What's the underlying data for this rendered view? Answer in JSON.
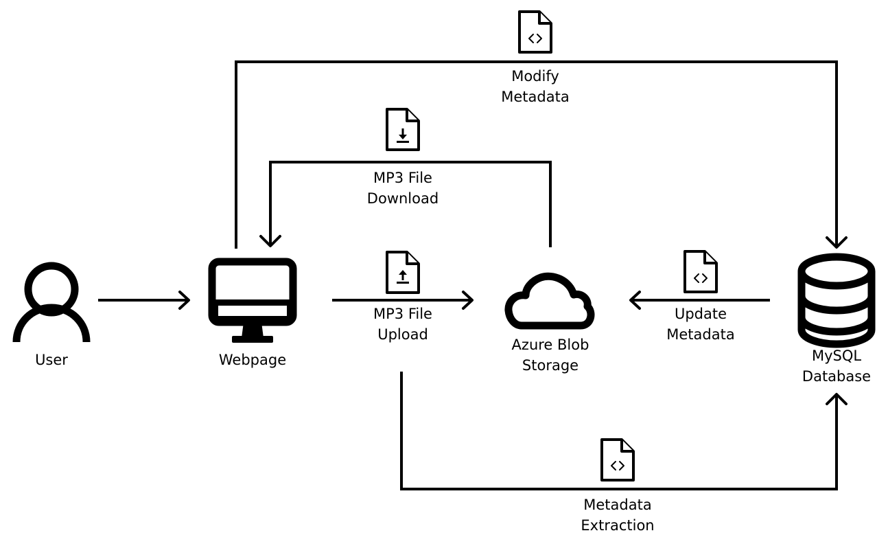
{
  "nodes": {
    "user": "User",
    "webpage": "Webpage",
    "azure": [
      "Azure Blob",
      "Storage"
    ],
    "mysql": [
      "MySQL",
      "Database"
    ]
  },
  "edges": {
    "modify_metadata": [
      "Modify",
      "Metadata"
    ],
    "mp3_download": [
      "MP3 File",
      "Download"
    ],
    "mp3_upload": [
      "MP3 File",
      "Upload"
    ],
    "update_metadata": [
      "Update",
      "Metadata"
    ],
    "metadata_extraction": [
      "Metadata",
      "Extraction"
    ]
  },
  "icons": {
    "user": "user-icon",
    "webpage": "monitor-icon",
    "azure": "cloud-icon",
    "mysql": "database-icon",
    "code_document": "code-file-icon",
    "download_document": "download-file-icon",
    "upload_document": "upload-file-icon"
  },
  "colors": {
    "stroke": "#000000",
    "background": "#ffffff"
  }
}
